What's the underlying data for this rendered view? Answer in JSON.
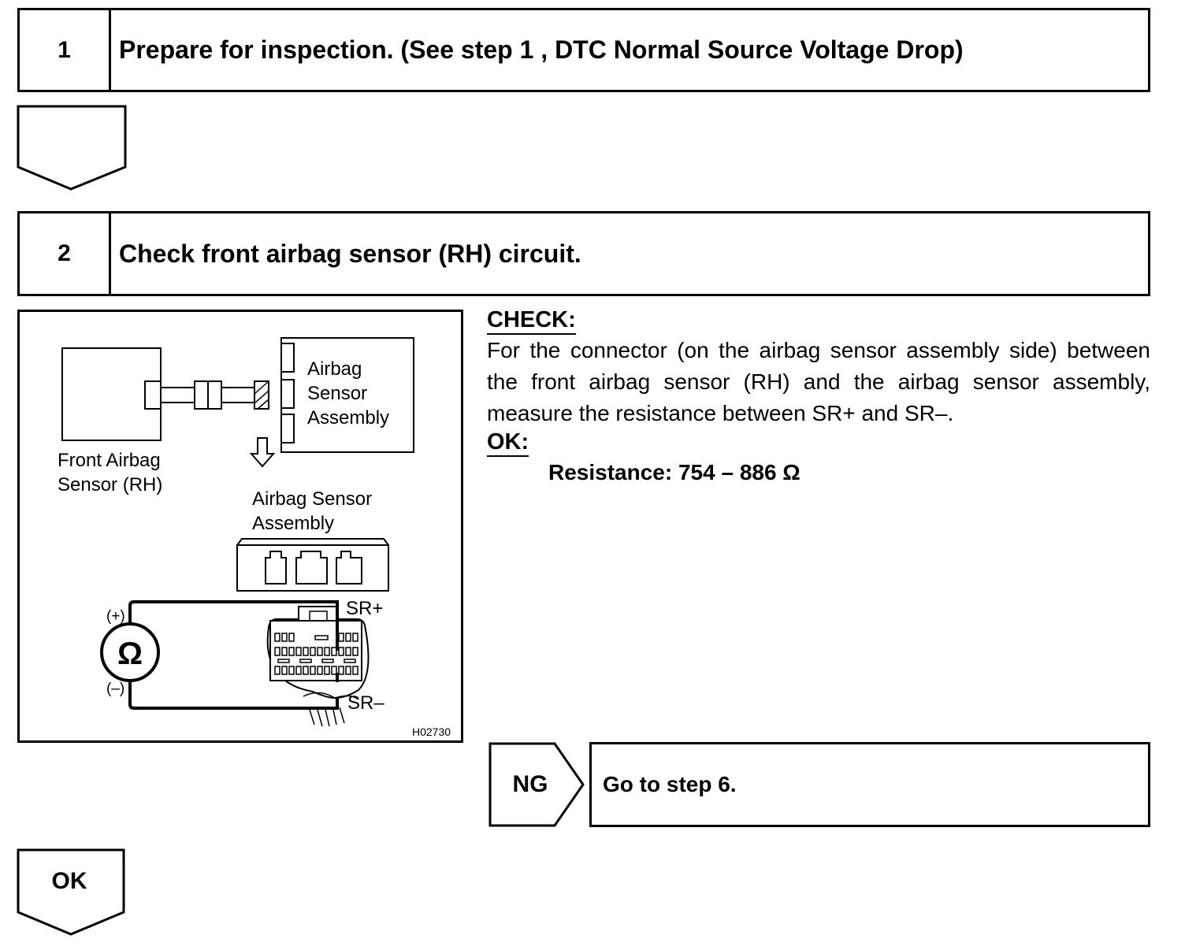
{
  "step1": {
    "number": "1",
    "title": "Prepare for inspection. (See step 1 , DTC Normal Source Voltage Drop)"
  },
  "step2": {
    "number": "2",
    "title": "Check front airbag sensor (RH) circuit."
  },
  "diagram": {
    "airbag_sensor_assembly_label": [
      "Airbag",
      "Sensor",
      "Assembly"
    ],
    "front_sensor_label": [
      "Front Airbag",
      "Sensor (RH)"
    ],
    "connector_label": [
      "Airbag Sensor",
      "Assembly"
    ],
    "plus_label": "(+)",
    "minus_label": "(–)",
    "ohm_symbol": "Ω",
    "sr_plus": "SR+",
    "sr_minus": "SR–",
    "figure_code": "H02730"
  },
  "check": {
    "heading": "CHECK:",
    "text": "For the connector (on the airbag sensor assembly side) between the front airbag sensor (RH) and the airbag sensor assembly, measure the resistance between SR+ and SR–.",
    "ok_heading": "OK:",
    "spec": "Resistance: 754  – 886 Ω"
  },
  "ng": {
    "label": "NG",
    "action": "Go to step 6."
  },
  "ok": {
    "label": "OK"
  }
}
